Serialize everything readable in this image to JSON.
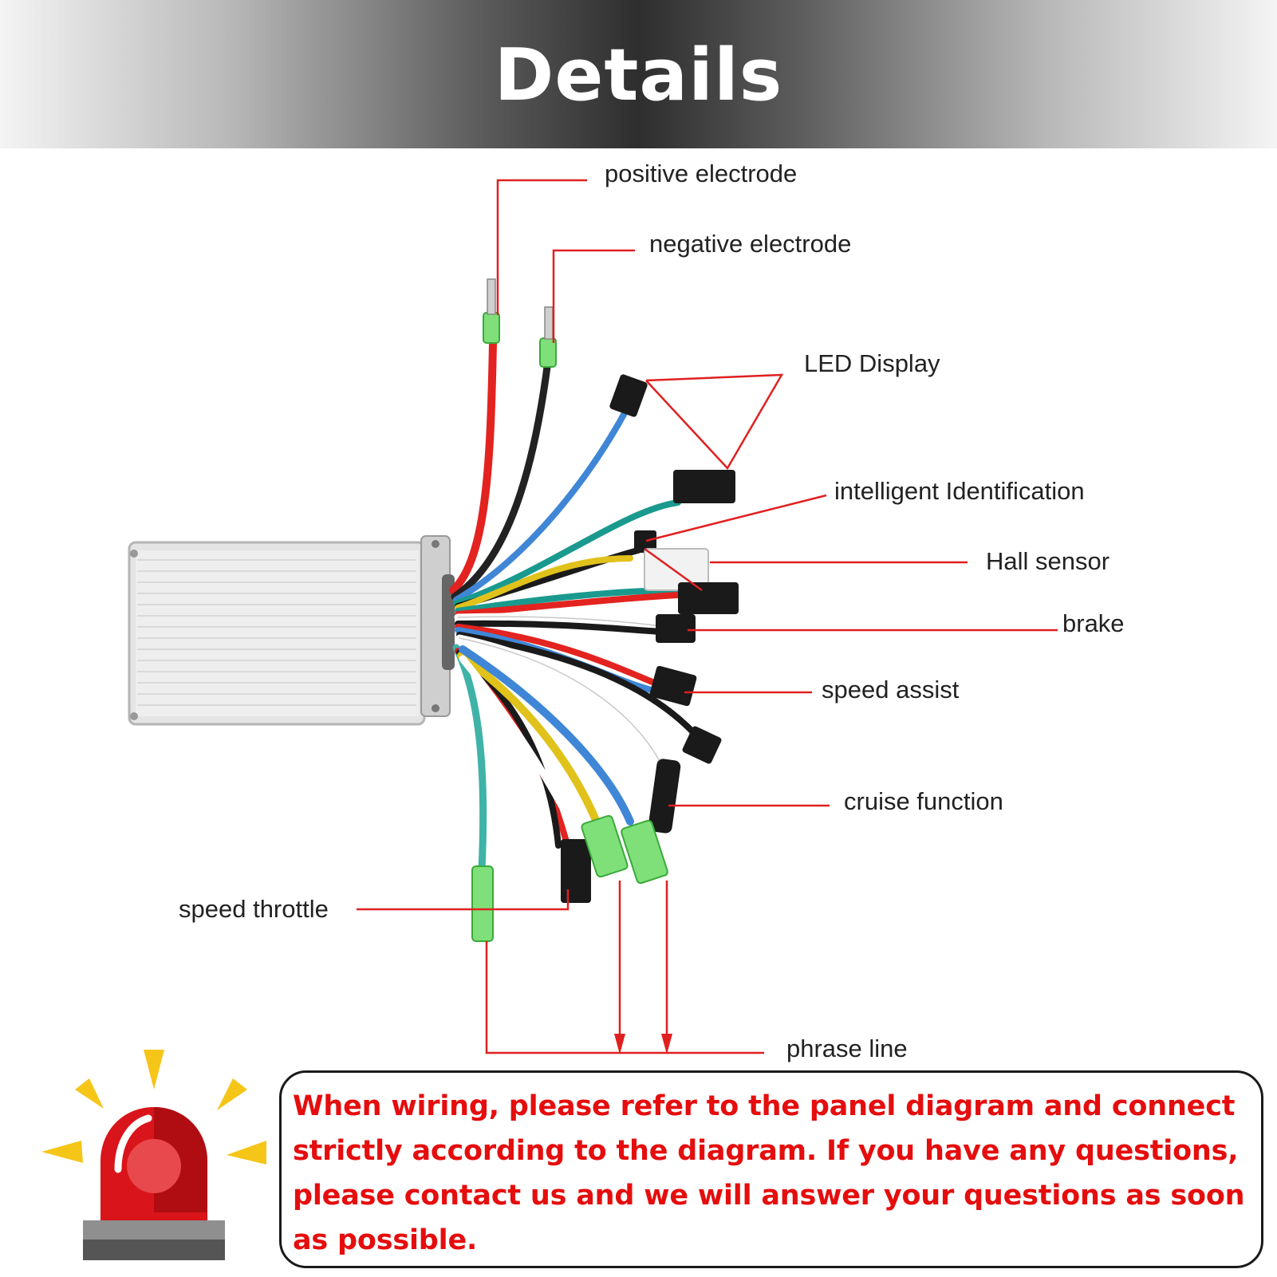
{
  "header": {
    "title": "Details"
  },
  "labels": {
    "positive_electrode": "positive electrode",
    "negative_electrode": "negative electrode",
    "led_display": "LED Display",
    "intelligent_identification": "intelligent Identification",
    "hall_sensor": "Hall sensor",
    "brake": "brake",
    "speed_assist": "speed assist",
    "cruise_function": "cruise function",
    "speed_throttle": "speed throttle",
    "phrase_line": "phrase line"
  },
  "notice": {
    "text": "When wiring, please refer to the panel diagram and connect strictly according to the diagram. If you have any questions, please contact us and we will answer your questions as soon as possible."
  },
  "colors": {
    "leader_line": "#e02020",
    "notice_text": "#e50d0d",
    "alarm_red": "#d9141a",
    "alarm_rays": "#f5c518"
  },
  "icons": {
    "alarm": "siren-icon"
  }
}
